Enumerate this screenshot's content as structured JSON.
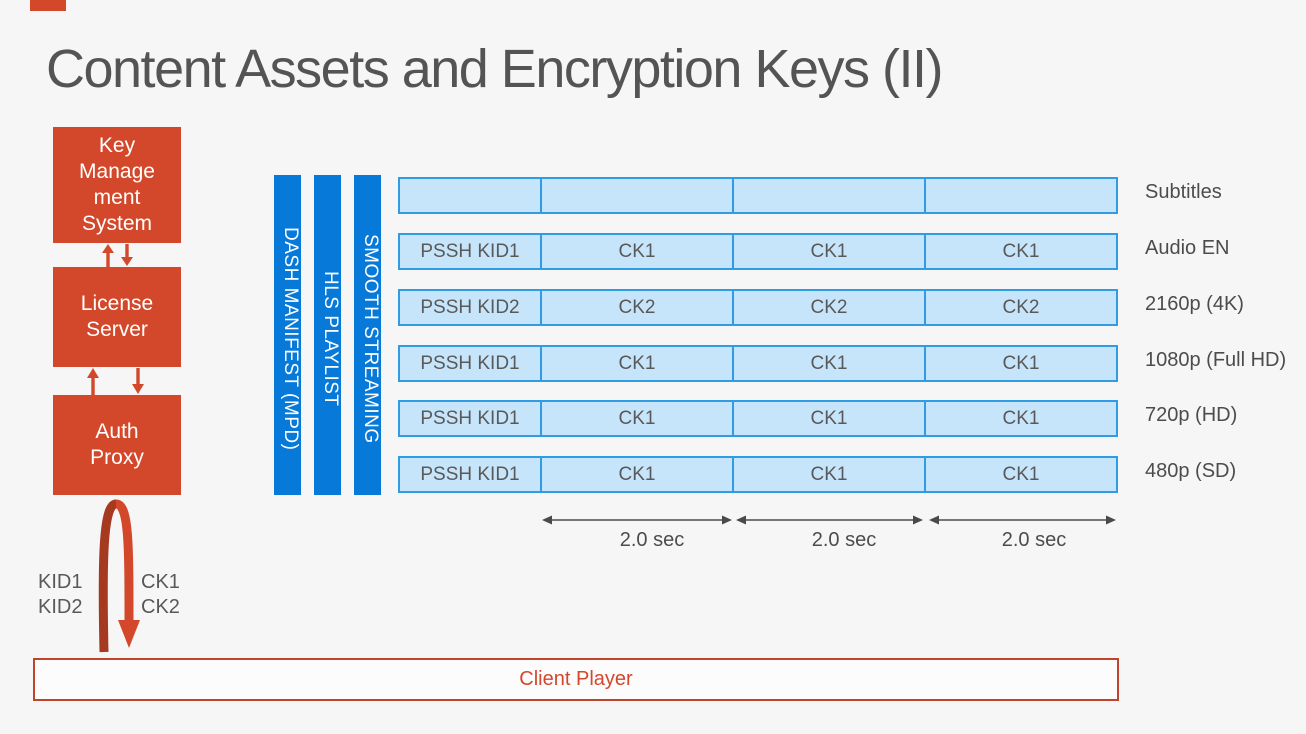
{
  "slide": {
    "title": "Content Assets and Encryption Keys (II)"
  },
  "key_system": {
    "boxes": [
      {
        "id": "kms",
        "label": "Key\nManage\nment\nSystem"
      },
      {
        "id": "license-server",
        "label": "License\nServer"
      },
      {
        "id": "auth-proxy",
        "label": "Auth\nProxy"
      }
    ]
  },
  "key_exchange": {
    "key_ids": "KID1\nKID2",
    "content_keys": "CK1\nCK2"
  },
  "manifests": [
    "DASH MANIFEST (MPD)",
    "HLS PLAYLIST",
    "SMOOTH STREAMING"
  ],
  "tracks": [
    {
      "label": "Subtitles",
      "cells": [
        "",
        "",
        "",
        ""
      ]
    },
    {
      "label": "Audio EN",
      "cells": [
        "PSSH KID1",
        "CK1",
        "CK1",
        "CK1"
      ]
    },
    {
      "label": "2160p (4K)",
      "cells": [
        "PSSH KID2",
        "CK2",
        "CK2",
        "CK2"
      ]
    },
    {
      "label": "1080p (Full HD)",
      "cells": [
        "PSSH KID1",
        "CK1",
        "CK1",
        "CK1"
      ]
    },
    {
      "label": "720p (HD)",
      "cells": [
        "PSSH KID1",
        "CK1",
        "CK1",
        "CK1"
      ]
    },
    {
      "label": "480p (SD)",
      "cells": [
        "PSSH KID1",
        "CK1",
        "CK1",
        "CK1"
      ]
    }
  ],
  "segments": [
    "2.0 sec",
    "2.0 sec",
    "2.0 sec"
  ],
  "client": {
    "label": "Client Player"
  },
  "colors": {
    "accent_red": "#D3482B",
    "accent_red_dark": "#A53A20",
    "bar_blue": "#0779D8",
    "cell_fill": "#C6E5FB",
    "cell_border": "#2F9CE3",
    "text_gray": "#595959"
  }
}
